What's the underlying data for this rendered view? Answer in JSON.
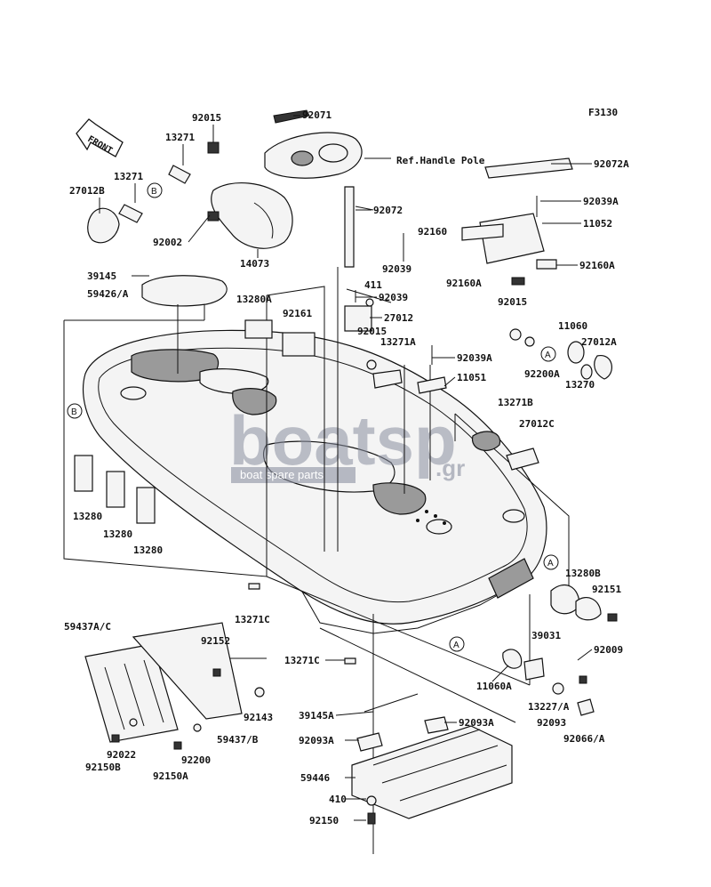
{
  "figure_code": "F3130",
  "front_label": "FRONT",
  "ref_label": "Ref.Handle Pole",
  "callouts": {
    "a": "A",
    "b": "B"
  },
  "watermark": {
    "main": "boatsp",
    "suffix": ".gr",
    "tagline": "boat spare parts"
  },
  "labels": {
    "p92015_a": "92015",
    "p92071": "92071",
    "p13271_a": "13271",
    "p13271_b": "13271",
    "p27012B": "27012B",
    "p92002": "92002",
    "p14073": "14073",
    "p92072": "92072",
    "p92072A": "92072A",
    "p92039A_a": "92039A",
    "p11052": "11052",
    "p92160": "92160",
    "p92160A_a": "92160A",
    "p92160A_b": "92160A",
    "p92039_a": "92039",
    "p411": "411",
    "p92039_b": "92039",
    "p39145": "39145",
    "p59426A": "59426/A",
    "p13280A": "13280A",
    "p92161": "92161",
    "p27012": "27012",
    "p92015_b": "92015",
    "p13271A": "13271A",
    "p92039A_b": "92039A",
    "p11051": "11051",
    "p92015_c": "92015",
    "p11060": "11060",
    "p27012A": "27012A",
    "p92200A": "92200A",
    "p13270": "13270",
    "p13271B": "13271B",
    "p27012C": "27012C",
    "p13280_a": "13280",
    "p13280_b": "13280",
    "p13280_c": "13280",
    "p13280B": "13280B",
    "p92151": "92151",
    "p39031": "39031",
    "p13271C_a": "13271C",
    "p59437AC": "59437A/C",
    "p92152": "92152",
    "p13271C_b": "13271C",
    "p92009": "92009",
    "p11060A": "11060A",
    "p13227A": "13227/A",
    "p92093": "92093",
    "p92066A": "92066/A",
    "p92143": "92143",
    "p39145A": "39145A",
    "p92093A_a": "92093A",
    "p92093A_b": "92093A",
    "p92022": "92022",
    "p92200": "92200",
    "p59437B": "59437/B",
    "p92150B": "92150B",
    "p92150A": "92150A",
    "p59446": "59446",
    "p410": "410",
    "p92150": "92150"
  }
}
